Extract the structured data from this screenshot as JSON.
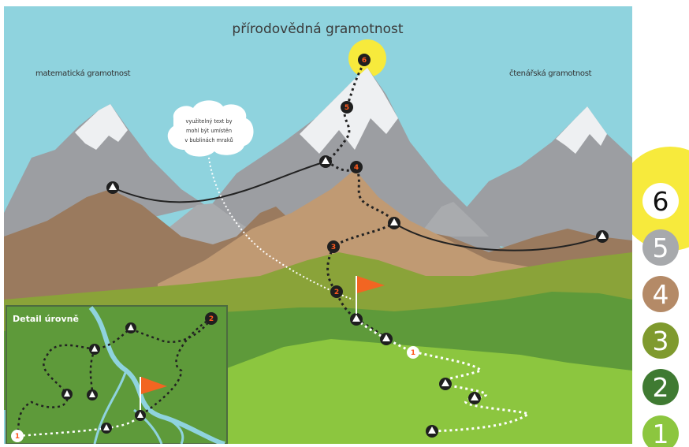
{
  "map": {
    "title": "přírodovědná gramotnost",
    "left_peak_label": "matematická gramotnost",
    "right_peak_label": "čtenářská gramotnost",
    "bubble_lines": [
      "využitelný text by",
      "mohl být umístěn",
      "v bublinách mraků"
    ],
    "detail_title": "Detail úrovně"
  },
  "level_markers": [
    {
      "label": "6",
      "color": "#ff5a1f"
    },
    {
      "label": "5",
      "color": "#ff5a1f"
    },
    {
      "label": "4",
      "color": "#ff5a1f"
    },
    {
      "label": "3",
      "color": "#ff5a1f"
    },
    {
      "label": "2",
      "color": "#ff5a1f"
    },
    {
      "label": "1",
      "color": "#ff5a1f"
    }
  ],
  "detail_markers": [
    {
      "label": "2"
    },
    {
      "label": "1"
    }
  ],
  "legend": [
    {
      "label": "6",
      "color": "#ffffff",
      "text_color": "#111111",
      "highlight": "#f7ea3c"
    },
    {
      "label": "5",
      "color": "#a7a9ac",
      "text_color": "#ffffff"
    },
    {
      "label": "4",
      "color": "#b48a67",
      "text_color": "#ffffff"
    },
    {
      "label": "3",
      "color": "#7f9a2e",
      "text_color": "#ffffff"
    },
    {
      "label": "2",
      "color": "#3f7a32",
      "text_color": "#ffffff"
    },
    {
      "label": "1",
      "color": "#8cc63f",
      "text_color": "#ffffff"
    }
  ],
  "colors": {
    "sky": "#8fd3de",
    "snow": "#eef0f2",
    "rock": "#9c9ea2",
    "brown": "#9a7a5e",
    "tan": "#c09a73",
    "olive": "#8aa339",
    "green": "#5e9a3a",
    "meadow": "#8cc63f",
    "flag": "#f26522",
    "sun": "#f7ea3c"
  }
}
